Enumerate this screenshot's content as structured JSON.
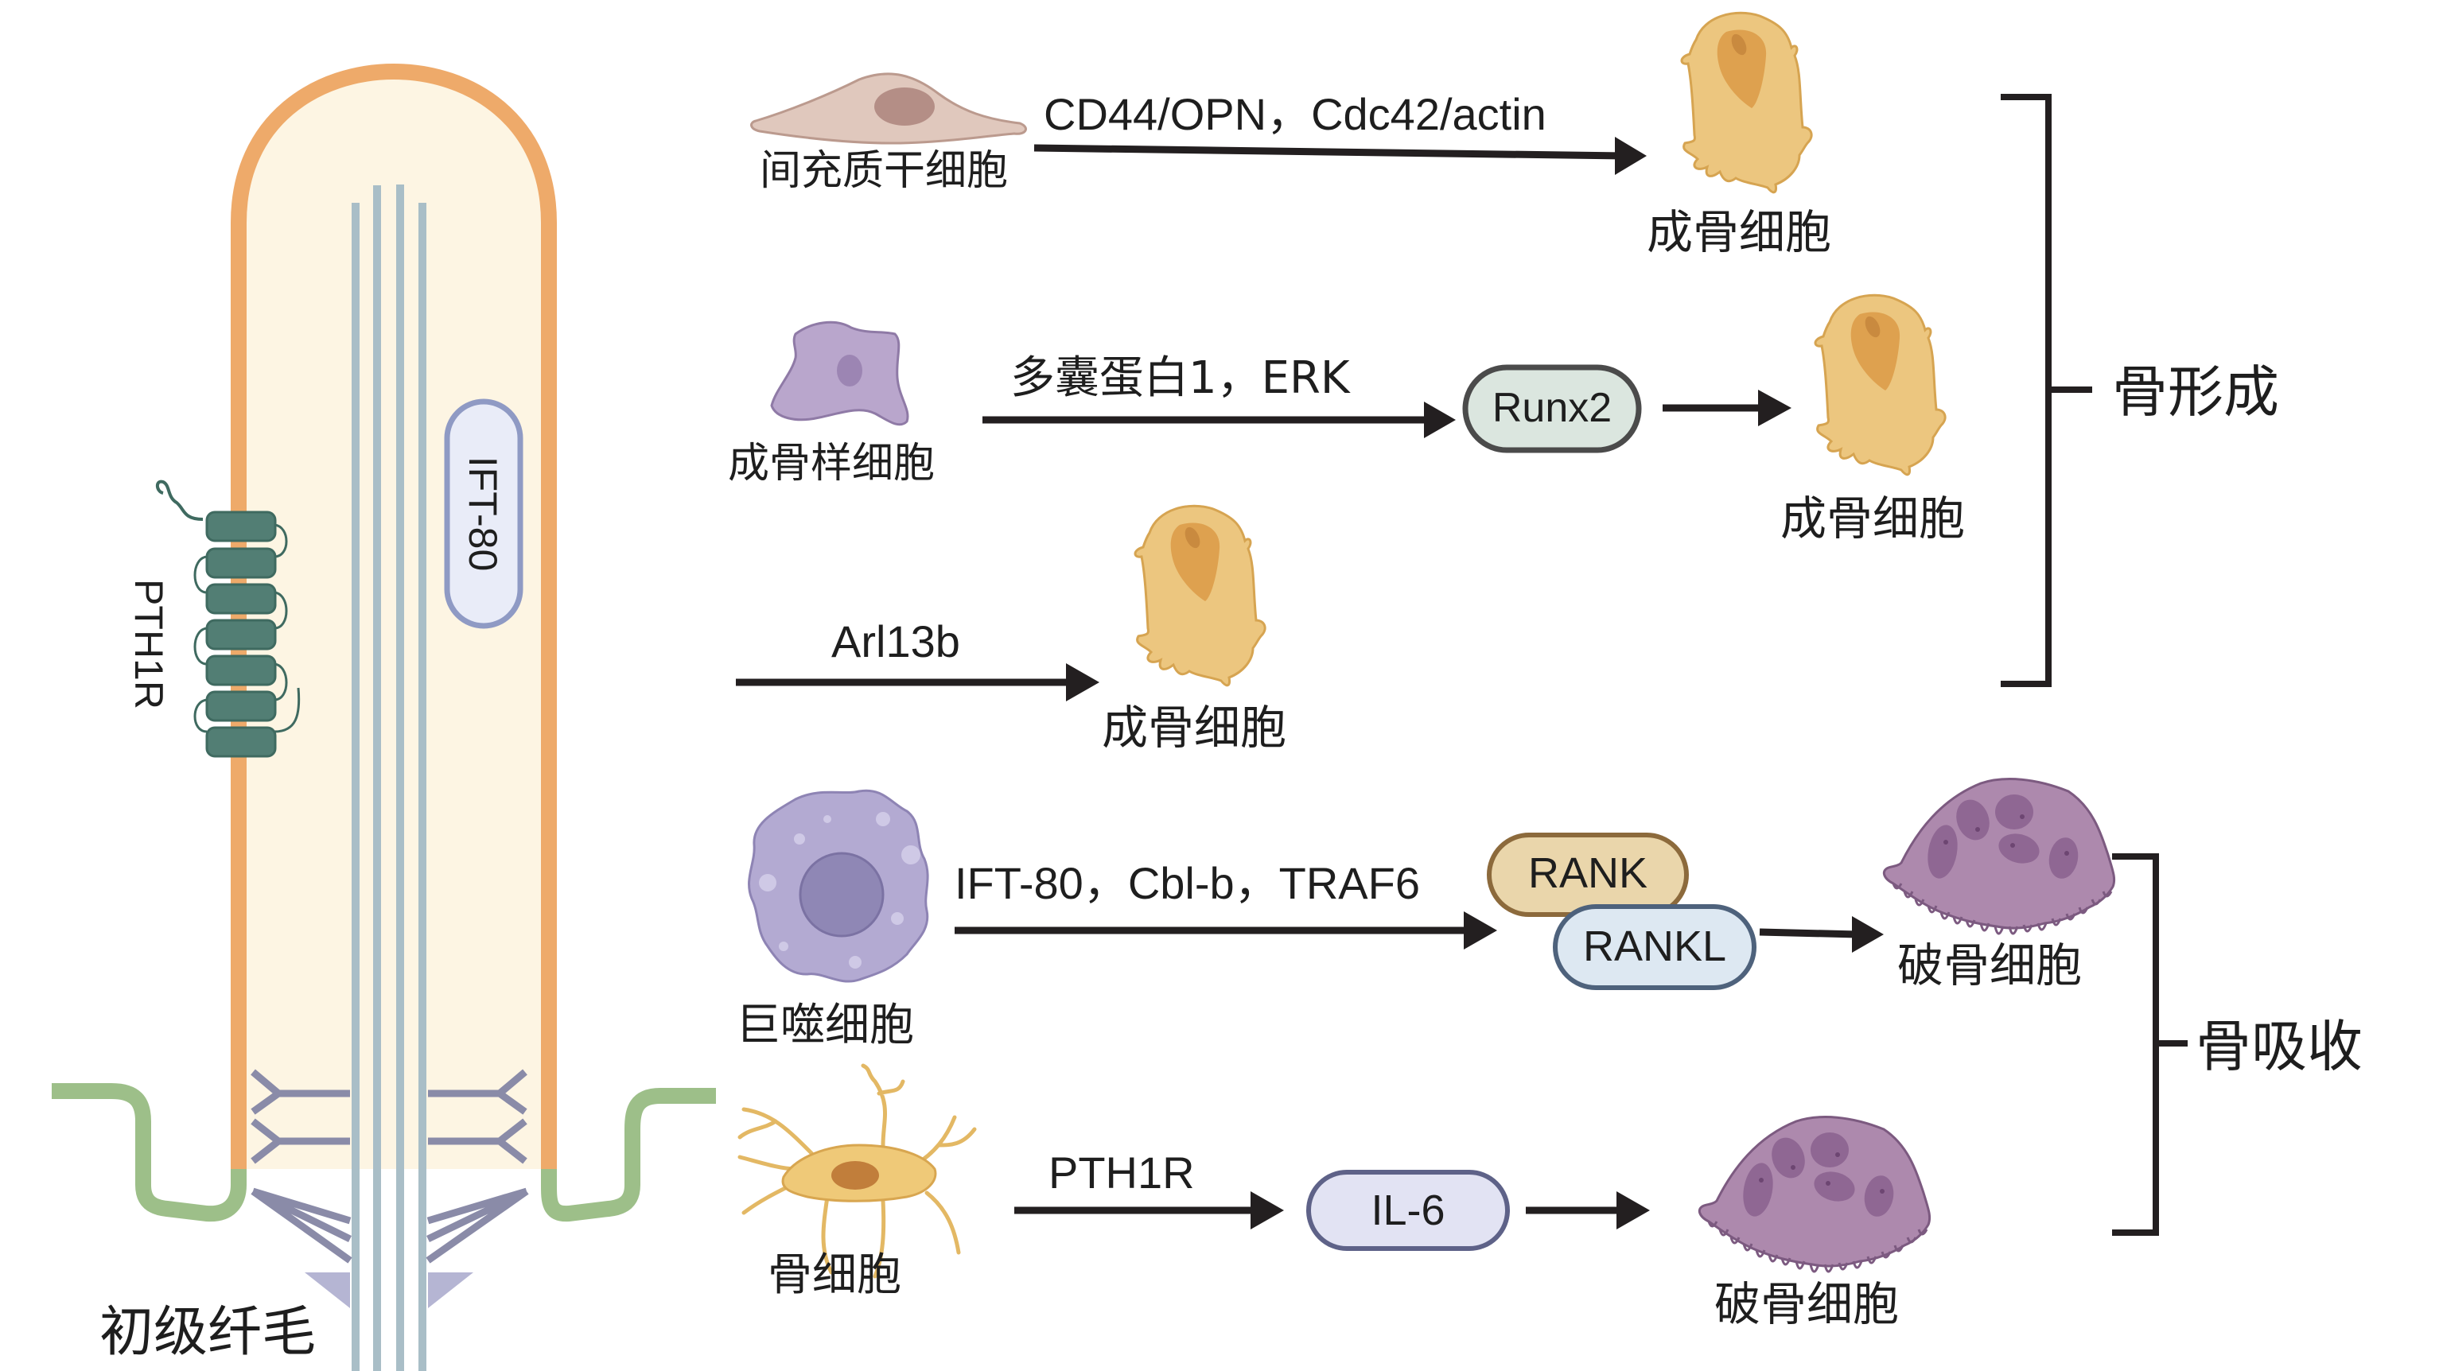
{
  "cilium": {
    "title": "初级纤毛",
    "ift_label": "IFT-80",
    "receptor_label": "PTH1R"
  },
  "pathways": [
    {
      "source_cell": "间充质干细胞",
      "signal": "CD44/OPN，Cdc42/actin",
      "intermediate": null,
      "target_cell": "成骨细胞"
    },
    {
      "source_cell": "成骨样细胞",
      "signal": "多囊蛋白1，ERK",
      "intermediate": "Runx2",
      "target_cell": "成骨细胞"
    },
    {
      "source_cell": null,
      "signal": "Arl13b",
      "intermediate": null,
      "target_cell": "成骨细胞"
    },
    {
      "source_cell": "巨噬细胞",
      "signal": "IFT-80，Cbl-b，TRAF6",
      "intermediate": [
        "RANK",
        "RANKL"
      ],
      "target_cell": "破骨细胞"
    },
    {
      "source_cell": "骨细胞",
      "signal": "PTH1R",
      "intermediate": "IL-6",
      "target_cell": "破骨细胞"
    }
  ],
  "groups": {
    "formation": "骨形成",
    "resorption": "骨吸收"
  },
  "colors": {
    "cilium_membrane": "#eeaa6a",
    "cilium_fill": "#fdf5e3",
    "cell_membrane": "#9dbf89",
    "microtubule": "#a9bec7",
    "receptor": "#527e74",
    "osteoblast": "#ecc67f",
    "osteoclast": "#ad89ad",
    "msc": "#e0c8bd",
    "osteoblast_like": "#b9a6cc",
    "macrophage": "#b3aad2",
    "osteocyte": "#efc978",
    "runx2_fill": "#dbe6df",
    "rank_fill": "#ead6ab",
    "rankl_fill": "#dde8f2",
    "il6_fill": "#e2e3f3",
    "arrow": "#231f20"
  }
}
